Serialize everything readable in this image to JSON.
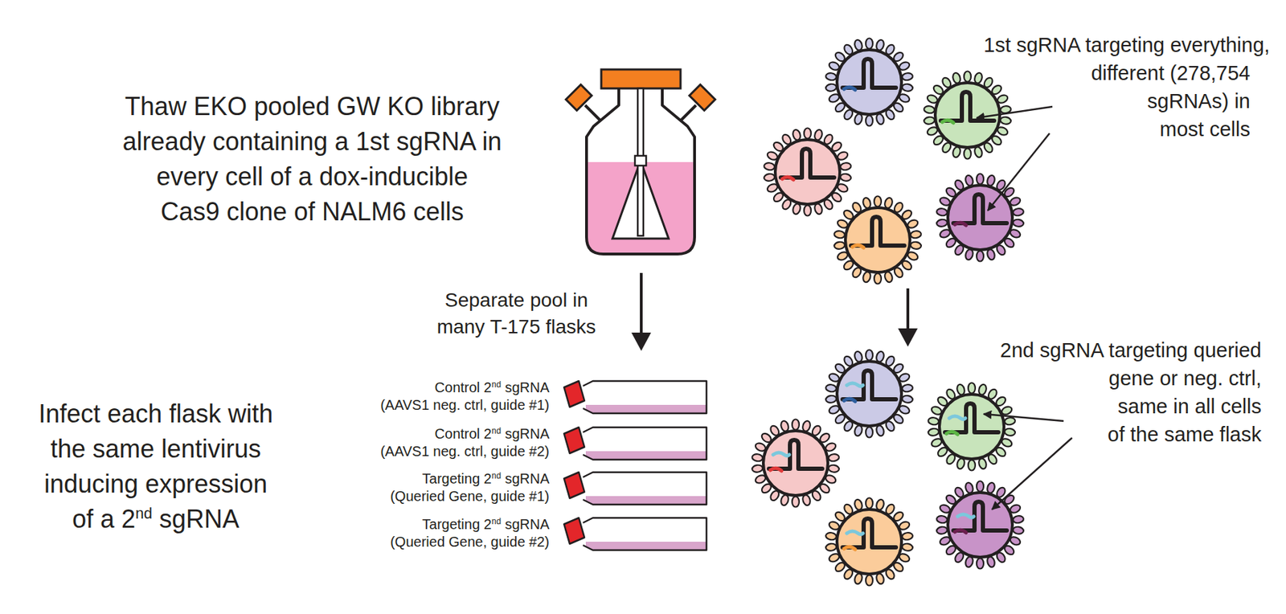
{
  "diagram": {
    "nodes": [
      {
        "text": [
          "Control 2nd sgRNA (AAVS1 neg. ctrl, guide #1)"
        ]
      },
      {
        "text": [
          "Control 2nd sgRNA (AAVS1 neg. ctrl, guide #2)"
        ]
      },
      {
        "text": [
          "Targeting 2nd sgRNA (Queried Gene, guide #1)"
        ]
      },
      {
        "text": [
          "Targeting 2nd sgRNA (Queried Gene, guide #2)"
        ]
      }
    ],
    "labels": [
      "Thaw EKO pooled GW KO library already containing a 1st sgRNA in every cell of a dox-inducible Cas9 clone of NALM6 cells",
      "1st sgRNA targeting everything, different (278,754 sgRNAs) in most cells",
      "Separate pool in many T-175 flasks",
      "Infect each flask with the same lentivirus inducing expression of a 2nd sgRNA",
      "2nd sgRNA targeting queried gene or neg. ctrl, same in all cells of the same flask"
    ]
  }
}
